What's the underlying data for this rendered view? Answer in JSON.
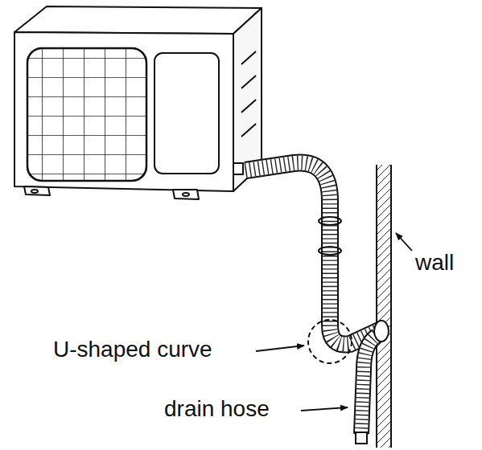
{
  "diagram": {
    "labels": [
      "wall",
      "U-shaped curve",
      "drain hose"
    ]
  }
}
